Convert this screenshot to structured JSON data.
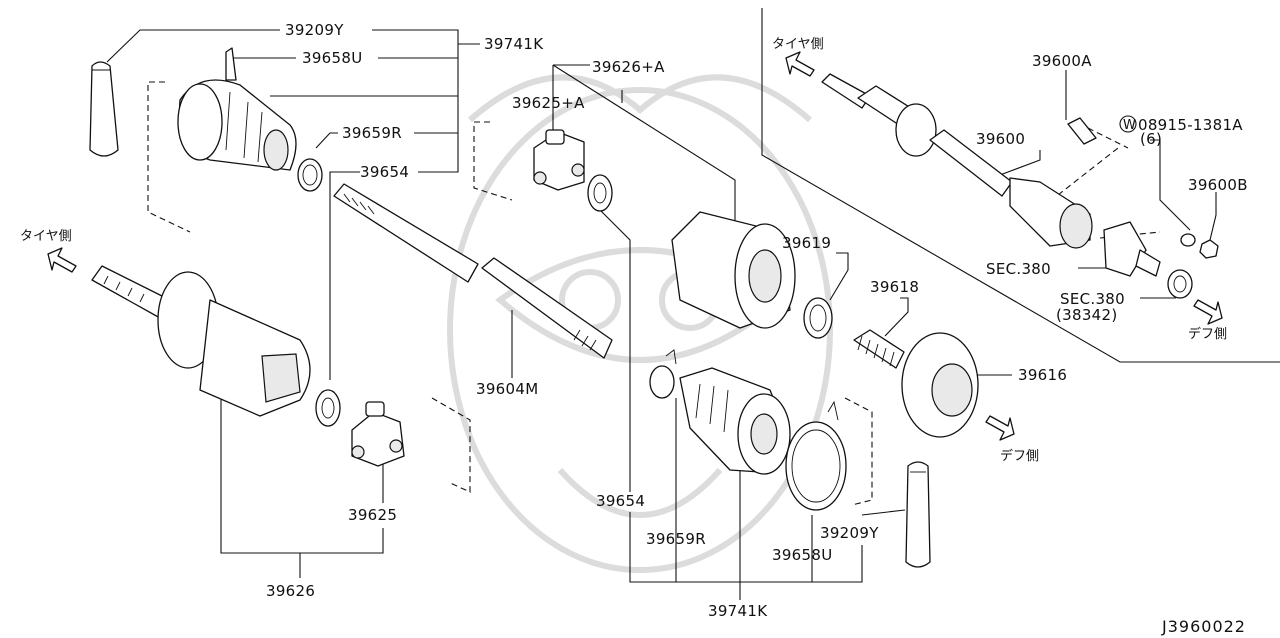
{
  "diagram": {
    "drawing_code": "J3960022",
    "labels": {
      "p39209Y_top": "39209Y",
      "p39741K_top": "39741K",
      "p39658U_top": "39658U",
      "p39659R_top": "39659R",
      "p39654_top": "39654",
      "p39626A": "39626+A",
      "p39625A": "39625+A",
      "p39604M": "39604M",
      "p39625": "39625",
      "p39626": "39626",
      "p39654_bot": "39654",
      "p39659R_bot": "39659R",
      "p39658U_bot": "39658U",
      "p39209Y_bot": "39209Y",
      "p39741K_bot": "39741K",
      "p39619": "39619",
      "p39618": "39618",
      "p39616": "39616",
      "p39600A": "39600A",
      "p39600": "39600",
      "p08915": "08915-1381A",
      "p08915_qty": "(6)",
      "p39600B": "39600B",
      "sec380_a": "SEC.380",
      "sec380_b": "SEC.380",
      "sec380_b_ref": "(38342)"
    },
    "directions": {
      "tire_side_left": "タイヤ側",
      "tire_side_right": "タイヤ側",
      "diff_side_mid": "デフ側",
      "diff_side_right": "デフ側"
    },
    "washer_symbol": "W"
  }
}
